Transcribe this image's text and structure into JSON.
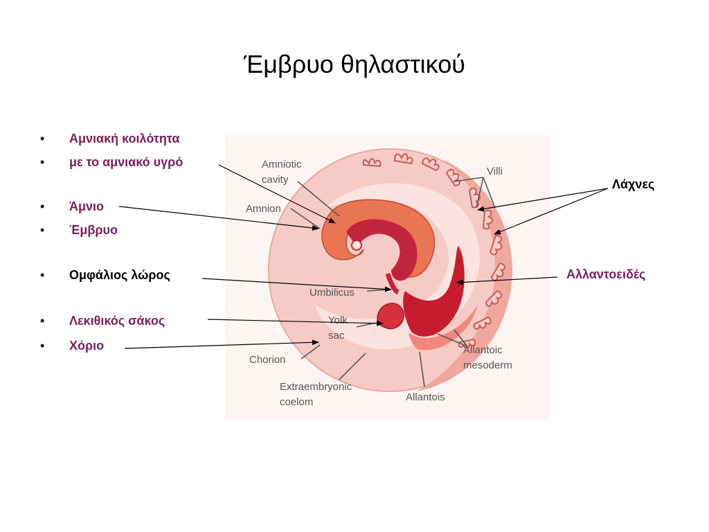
{
  "title": "Έμβρυο θηλαστικού",
  "bullets": [
    {
      "text": "Αμνιακή κοιλότητα",
      "color": "#7a1f5c"
    },
    {
      "text": "με το αμνιακό υγρό",
      "color": "#7a1f5c"
    },
    {
      "text": "Άμνιο",
      "color": "#7a1f5c"
    },
    {
      "text": "Έμβρυο",
      "color": "#7a1f5c"
    },
    {
      "text": "Ομφάλιος λώρος",
      "color": "#000000"
    },
    {
      "text": "Λεκιθικός σάκος",
      "color": "#7a1f5c"
    },
    {
      "text": "Χόριο",
      "color": "#7a1f5c"
    }
  ],
  "right_labels": {
    "villi_gr": "Λάχνες",
    "allantoid_gr": "Αλλαντοειδές"
  },
  "diagram_labels": {
    "amniotic_cavity_1": "Amniotic",
    "amniotic_cavity_2": "cavity",
    "amnion": "Amnion",
    "villi": "Villi",
    "umbilicus": "Umbilicus",
    "yolk_1": "Yolk",
    "yolk_2": "sac",
    "chorion": "Chorion",
    "extra_1": "Extraembryonic",
    "extra_2": "coelom",
    "allantois": "Allantois",
    "allantoic_1": "Allantoic",
    "allantoic_2": "mesoderm"
  },
  "colors": {
    "text_purple": "#7a1f5c",
    "outer_disc": "#f7c9c4",
    "chorion_ring": "#e8a39a",
    "amnion": "#e8704f",
    "embryo": "#c2243d",
    "allantois": "#c71c2e"
  }
}
